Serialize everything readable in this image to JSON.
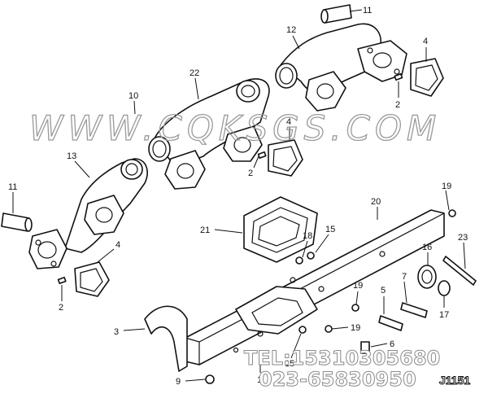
{
  "watermark": "WWW.CQKSGS.COM",
  "phone1": "TEL:15310305680",
  "phone2": "023-65830950",
  "drawing_code": "J1151",
  "callouts": [
    {
      "id": "11a",
      "label": "11"
    },
    {
      "id": "12",
      "label": "12"
    },
    {
      "id": "4a",
      "label": "4"
    },
    {
      "id": "2a",
      "label": "2"
    },
    {
      "id": "22",
      "label": "22"
    },
    {
      "id": "10",
      "label": "10"
    },
    {
      "id": "4b",
      "label": "4"
    },
    {
      "id": "2b",
      "label": "2"
    },
    {
      "id": "13",
      "label": "13"
    },
    {
      "id": "11b",
      "label": "11"
    },
    {
      "id": "4c",
      "label": "4"
    },
    {
      "id": "2c",
      "label": "2"
    },
    {
      "id": "20",
      "label": "20"
    },
    {
      "id": "19a",
      "label": "19"
    },
    {
      "id": "21",
      "label": "21"
    },
    {
      "id": "18",
      "label": "18"
    },
    {
      "id": "15a",
      "label": "15"
    },
    {
      "id": "16",
      "label": "16"
    },
    {
      "id": "23",
      "label": "23"
    },
    {
      "id": "19b",
      "label": "19"
    },
    {
      "id": "5",
      "label": "5"
    },
    {
      "id": "7",
      "label": "7"
    },
    {
      "id": "17",
      "label": "17"
    },
    {
      "id": "3",
      "label": "3"
    },
    {
      "id": "19c",
      "label": "19"
    },
    {
      "id": "6",
      "label": "6"
    },
    {
      "id": "15b",
      "label": "15"
    },
    {
      "id": "9",
      "label": "9"
    },
    {
      "id": "1",
      "label": "1"
    }
  ]
}
